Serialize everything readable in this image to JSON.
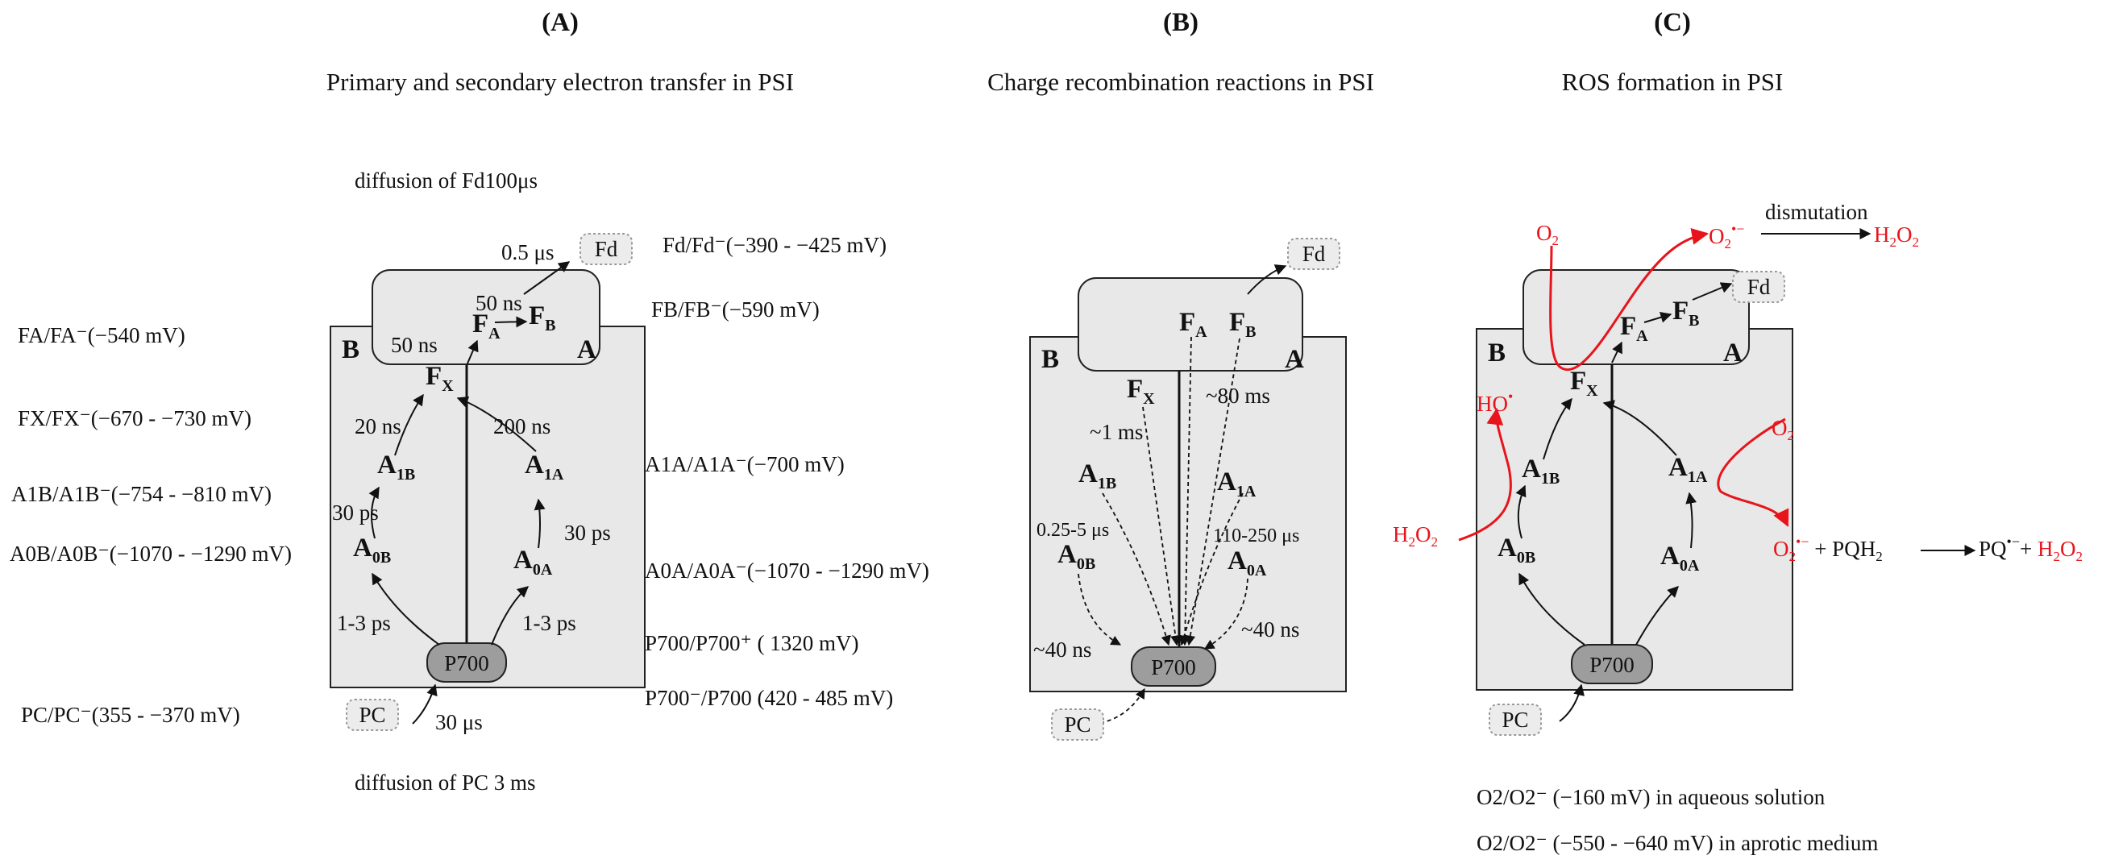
{
  "panels": [
    {
      "letter": "(A)",
      "title": "Primary and secondary electron transfer in PSI"
    },
    {
      "letter": "(B)",
      "title": "Charge recombination reactions in PSI"
    },
    {
      "letter": "(C)",
      "title": "ROS formation  in PSI"
    }
  ],
  "common": {
    "side_b": "B",
    "side_a": "A",
    "p700": "P700",
    "pc": "PC",
    "fd": "Fd"
  },
  "panel_a": {
    "diffusion_fd": "diffusion of Fd100μs",
    "diffusion_pc": "diffusion of PC 3 ms",
    "t_fd": "0.5 μs",
    "t_fa_fb": "50 ns",
    "t_fx_fa": "50 ns",
    "t_a1b_fx": "20 ns",
    "t_a1a_fx": "200 ns",
    "t_a0b_a1b": "30 ps",
    "t_a0a_a1a": "30 ps",
    "t_p_a0b": "1-3 ps",
    "t_p_a0a": "1-3 ps",
    "t_pc": "30 μs",
    "potentials_left": {
      "fa": "FA/FA⁻(−540 mV)",
      "fx": "FX/FX⁻(−670 - −730 mV)",
      "a1b": "A1B/A1B⁻(−754 - −810 mV)",
      "a0b": "A0B/A0B⁻(−1070 - −1290 mV)",
      "pc": "PC/PC⁻(355 - −370 mV)"
    },
    "potentials_right": {
      "fd": "Fd/Fd⁻(−390 - −425 mV)",
      "fb": "FB/FB⁻(−590 mV)",
      "a1a": "A1A/A1A⁻(−700 mV)",
      "a0a": "A0A/A0A⁻(−1070 - −1290 mV)",
      "p700a": "P700/P700⁺ ( 1320 mV)",
      "p700b": "P700⁻/P700 (420 - 485 mV)"
    }
  },
  "panel_b": {
    "t_1ms": "~1 ms",
    "t_80ms": "~80 ms",
    "t_b_ns": "0.25-5 μs",
    "t_a_ns": "110-250 μs",
    "t_40ns_left": "~40 ns",
    "t_40ns_right": "~40 ns"
  },
  "panel_c": {
    "o2_top": "O2",
    "o2_radical_top": "O2⁻",
    "dismutation": "dismutation",
    "h2o2_top": "H2O2",
    "ho_radical": "HO",
    "h2o2_left": "H2O2",
    "o2_right": "O2",
    "reaction": "O2⁻ + PQH2 → PQ⁻ + H2O2",
    "redox_aqueous": "O2/O2⁻ (−160  mV) in aqueous solution",
    "redox_aprotic": "O2/O2⁻ (−550 - −640 mV) in aprotic medium"
  },
  "colors": {
    "box_fill": "#e8e8e8",
    "p700_fill": "#9d9d9d",
    "ros_red": "#e8141b",
    "line": "#222222"
  }
}
